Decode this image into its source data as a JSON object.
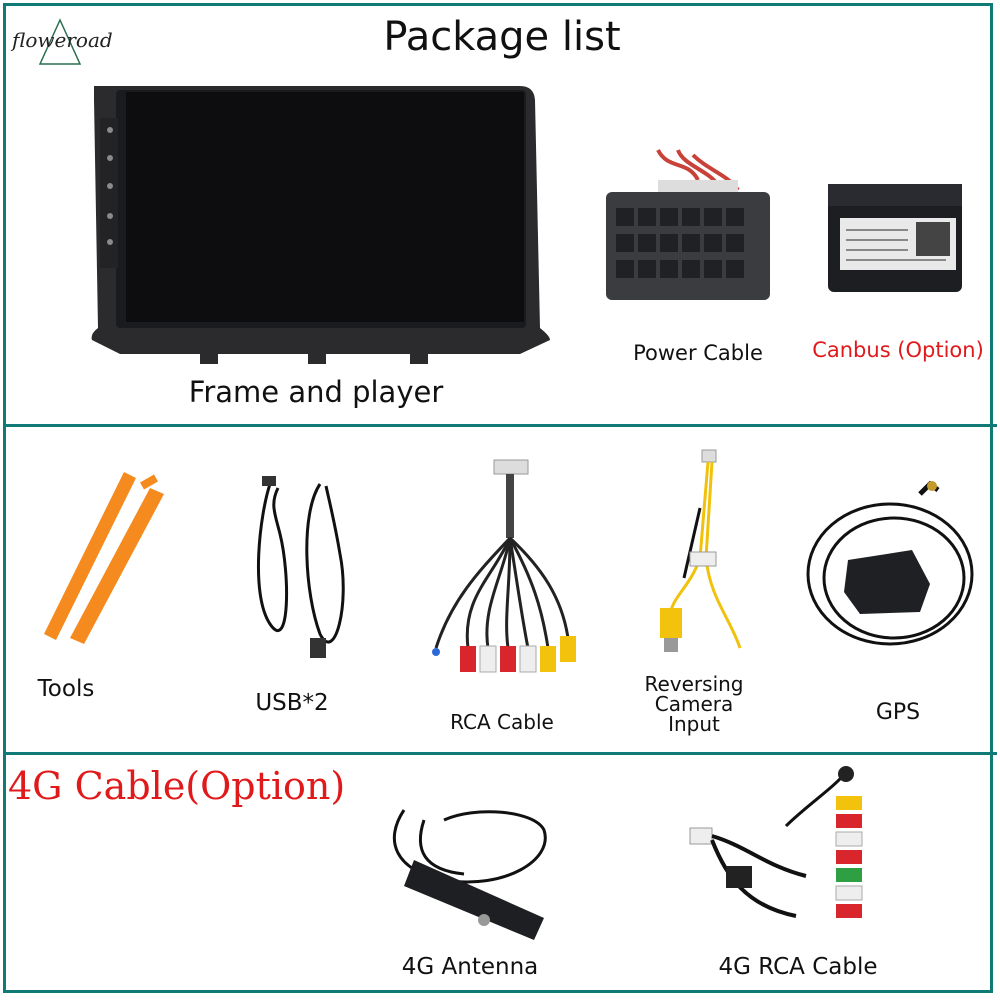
{
  "header": {
    "title": "Package list",
    "logo_text": "floweroad"
  },
  "section_top": {
    "items": [
      {
        "label": "Frame and player",
        "icon": "head-unit"
      },
      {
        "label": "Power Cable",
        "icon": "power-connector"
      },
      {
        "label": "Canbus (Option)",
        "icon": "canbus-box",
        "color": "#e0191b"
      }
    ]
  },
  "section_middle": {
    "items": [
      {
        "label": "Tools",
        "icon": "pry-tools"
      },
      {
        "label": "USB*2",
        "icon": "usb-cables"
      },
      {
        "label": "RCA Cable",
        "icon": "rca-harness"
      },
      {
        "label_lines": [
          "Reversing",
          "Camera",
          "Input"
        ],
        "icon": "camera-input-cable"
      },
      {
        "label": "GPS",
        "icon": "gps-antenna"
      }
    ]
  },
  "section_bottom": {
    "heading": "4G Cable(Option)",
    "heading_color": "#e0191b",
    "items": [
      {
        "label": "4G Antenna",
        "icon": "4g-antenna"
      },
      {
        "label": "4G RCA Cable",
        "icon": "4g-rca-harness"
      }
    ]
  },
  "colors": {
    "border": "#0f7a76",
    "accent_red": "#e0191b",
    "tool_orange": "#f58b1f"
  }
}
